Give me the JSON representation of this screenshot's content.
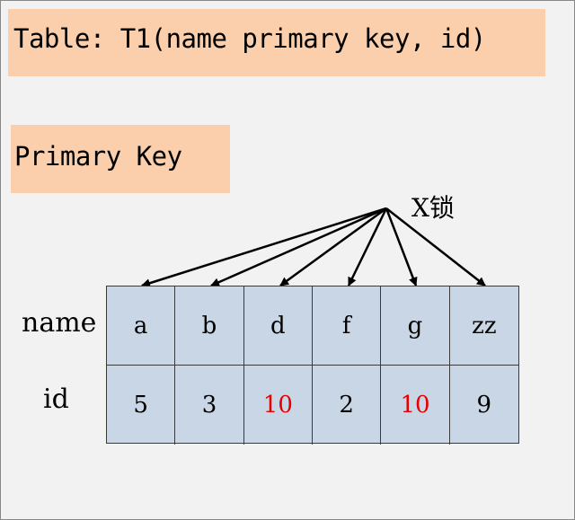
{
  "title": "Table: T1(name primary key, id)",
  "section_label": "Primary Key",
  "lock_label": "X锁",
  "row_labels": {
    "name": "name",
    "id": "id"
  },
  "columns": [
    {
      "name": "a",
      "id": "5",
      "id_highlight": false
    },
    {
      "name": "b",
      "id": "3",
      "id_highlight": false
    },
    {
      "name": "d",
      "id": "10",
      "id_highlight": true
    },
    {
      "name": "f",
      "id": "2",
      "id_highlight": false
    },
    {
      "name": "g",
      "id": "10",
      "id_highlight": true
    },
    {
      "name": "zz",
      "id": "9",
      "id_highlight": false
    }
  ],
  "colors": {
    "label_box": "#fbcfab",
    "cell_fill": "#c9d6e5",
    "highlight_text": "#e60000",
    "background": "#f2f2f2"
  }
}
